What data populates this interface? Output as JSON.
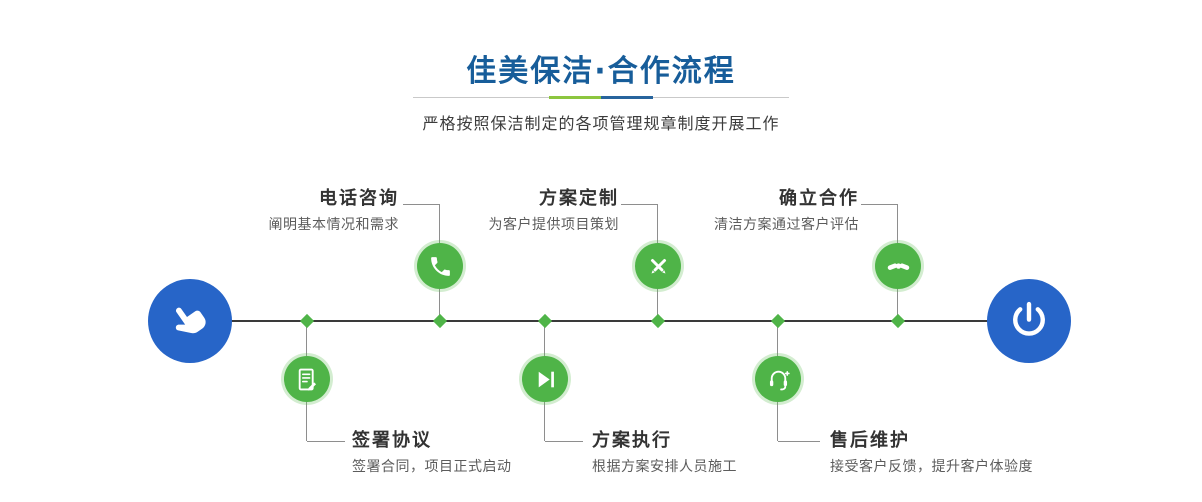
{
  "header": {
    "title": "佳美保洁·合作流程",
    "subtitle": "严格按照保洁制定的各项管理规章制度开展工作"
  },
  "colors": {
    "title_blue": "#175d9a",
    "node_green": "#4fb448",
    "node_blue": "#2765c8",
    "divider_accent_green": "#8cc63f",
    "divider_accent_blue": "#27649d",
    "timeline_line": "#3a3a3a"
  },
  "timeline": {
    "start_icon": "pointing-hand-icon",
    "end_icon": "power-icon",
    "steps_top": [
      {
        "title": "电话咨询",
        "desc": "阐明基本情况和需求",
        "icon": "phone-icon"
      },
      {
        "title": "方案定制",
        "desc": "为客户提供项目策划",
        "icon": "pen-tools-icon"
      },
      {
        "title": "确立合作",
        "desc": "清洁方案通过客户评估",
        "icon": "handshake-icon"
      }
    ],
    "steps_bottom": [
      {
        "title": "签署协议",
        "desc": "签署合同，项目正式启动",
        "icon": "contract-icon"
      },
      {
        "title": "方案执行",
        "desc": "根据方案安排人员施工",
        "icon": "play-icon"
      },
      {
        "title": "售后维护",
        "desc": "接受客户反馈，提升客户体验度",
        "icon": "headset-icon"
      }
    ]
  }
}
